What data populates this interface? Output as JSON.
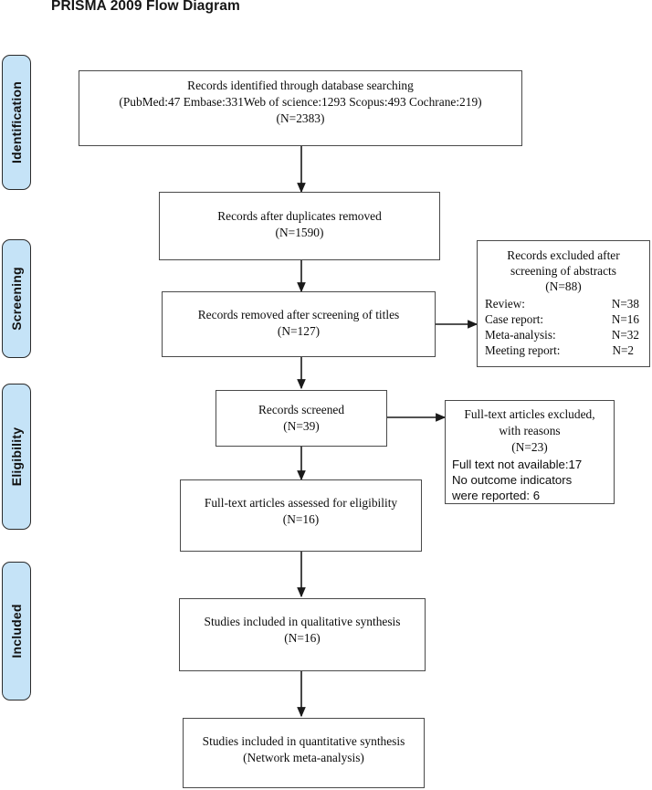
{
  "title": "PRISMA 2009 Flow Diagram",
  "phases": [
    {
      "label": "Identification"
    },
    {
      "label": "Screening"
    },
    {
      "label": "Eligibility"
    },
    {
      "label": "Included"
    }
  ],
  "boxes": {
    "identified": {
      "line1": "Records identified through database searching",
      "line2": "(PubMed:47 Embase:331Web of science:1293 Scopus:493 Cochrane:219)",
      "line3": "(N=2383)"
    },
    "duplicates_removed": {
      "line1": "Records after duplicates removed",
      "line2": "(N=1590)"
    },
    "removed_titles": {
      "line1": "Records removed after screening of titles",
      "line2": "(N=127)"
    },
    "excluded_abstracts": {
      "line1": "Records excluded after",
      "line2": "screening of abstracts",
      "line3": "(N=88)",
      "reasons": [
        {
          "label": "Review:",
          "value": "N=38"
        },
        {
          "label": "Case report:",
          "value": "N=16"
        },
        {
          "label": "Meta-analysis:",
          "value": "N=32"
        },
        {
          "label": "Meeting report:",
          "value": "N=2"
        }
      ]
    },
    "records_screened": {
      "line1": "Records screened",
      "line2": "(N=39)"
    },
    "fulltext_excluded": {
      "line1": "Full-text articles excluded,",
      "line2": "with reasons",
      "line3": "(N=23)",
      "reasons": [
        "Full text not available:17",
        "No outcome indicators",
        "were reported: 6"
      ]
    },
    "fulltext_assessed": {
      "line1": "Full-text articles assessed for eligibility",
      "line2": "(N=16)"
    },
    "qualitative": {
      "line1": "Studies included in qualitative synthesis",
      "line2": "(N=16)"
    },
    "quantitative": {
      "line1": "Studies included in quantitative synthesis",
      "line2": "(Network meta-analysis)"
    }
  },
  "colors": {
    "phase_fill": "#c5e3f7",
    "phase_border": "#2b2b2b",
    "box_border": "#4a4a4a",
    "text": "#0c0c0c",
    "background": "#ffffff"
  }
}
